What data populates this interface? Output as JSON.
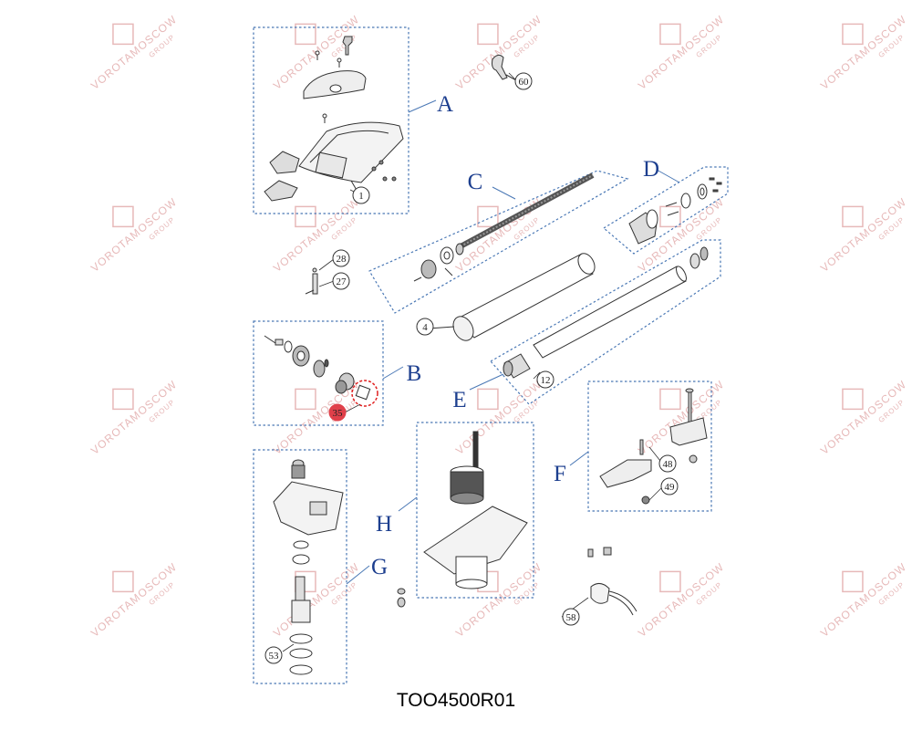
{
  "drawing_code": "TOO4500R01",
  "watermark": {
    "text": "VOROTAMOSCOW",
    "subtext": "GROUP",
    "color": "#e7b9b9"
  },
  "groups": [
    {
      "letter": "A"
    },
    {
      "letter": "B"
    },
    {
      "letter": "C"
    },
    {
      "letter": "D"
    },
    {
      "letter": "E"
    },
    {
      "letter": "F"
    },
    {
      "letter": "G"
    },
    {
      "letter": "H"
    }
  ],
  "callouts": [
    {
      "num": "1"
    },
    {
      "num": "60"
    },
    {
      "num": "28"
    },
    {
      "num": "27"
    },
    {
      "num": "4"
    },
    {
      "num": "12"
    },
    {
      "num": "35",
      "highlighted": true
    },
    {
      "num": "48"
    },
    {
      "num": "49"
    },
    {
      "num": "53"
    },
    {
      "num": "58"
    }
  ],
  "colors": {
    "group_letter": "#1d3f8f",
    "frame_dash": "#4a78b5",
    "highlight_fill": "#e0404a",
    "highlight_ring": "#e02020",
    "line": "#333333"
  }
}
